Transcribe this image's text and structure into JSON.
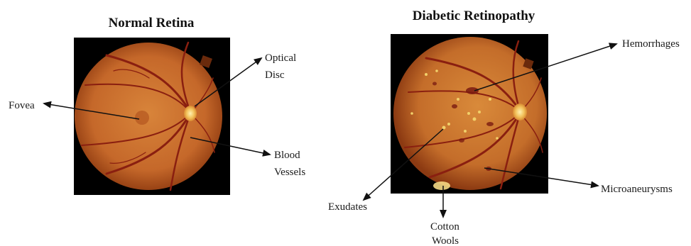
{
  "normal": {
    "title": "Normal Retina",
    "labels": {
      "fovea": "Fovea",
      "optical_disc_line1": "Optical",
      "optical_disc_line2": "Disc",
      "blood_vessels_line1": "Blood",
      "blood_vessels_line2": "Vessels"
    }
  },
  "diabetic": {
    "title": "Diabetic Retinopathy",
    "labels": {
      "hemorrhages": "Hemorrhages",
      "microaneurysms": "Microaneurysms",
      "exudates": "Exudates",
      "cotton_wools_line1": "Cotton",
      "cotton_wools_line2": "Wools"
    }
  },
  "colors": {
    "fundus_center": "#d7832f",
    "fundus_edge": "#8e3a10",
    "background_square": "#000000",
    "vessel": "#8a1f10",
    "optic_disc": "#f2c15a",
    "exudate": "#f1d06a",
    "hemorrhage": "#7a1a10",
    "arrow": "#111111"
  }
}
